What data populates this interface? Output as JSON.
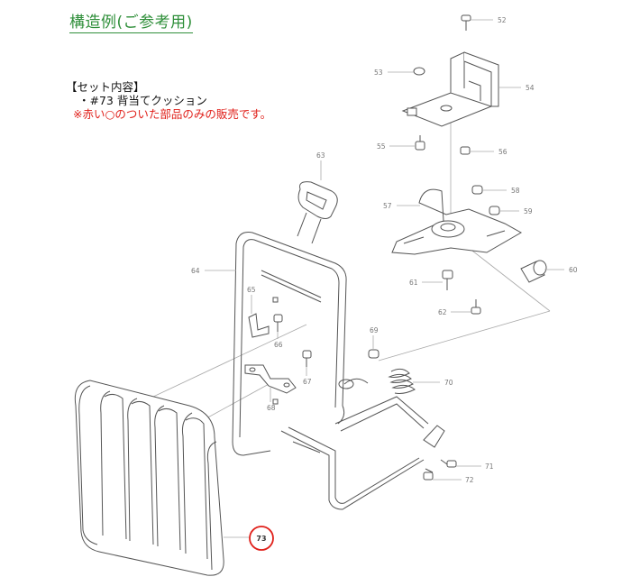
{
  "header": {
    "title": "構造例(ご参考用)"
  },
  "set_contents": {
    "heading": "【セット内容】",
    "item": "・#73 背当てクッション",
    "note": "※赤い○のついた部品のみの販売です。"
  },
  "colors": {
    "title": "#2f8f3a",
    "note": "#e0201a",
    "highlight_circle": "#e0201a"
  },
  "parts": [
    {
      "num": "52"
    },
    {
      "num": "53"
    },
    {
      "num": "54"
    },
    {
      "num": "55"
    },
    {
      "num": "56"
    },
    {
      "num": "57"
    },
    {
      "num": "58"
    },
    {
      "num": "59"
    },
    {
      "num": "60"
    },
    {
      "num": "61"
    },
    {
      "num": "62"
    },
    {
      "num": "63"
    },
    {
      "num": "64"
    },
    {
      "num": "65"
    },
    {
      "num": "66"
    },
    {
      "num": "67"
    },
    {
      "num": "68"
    },
    {
      "num": "69"
    },
    {
      "num": "70"
    },
    {
      "num": "71"
    },
    {
      "num": "72"
    },
    {
      "num": "73",
      "highlighted": true
    }
  ]
}
